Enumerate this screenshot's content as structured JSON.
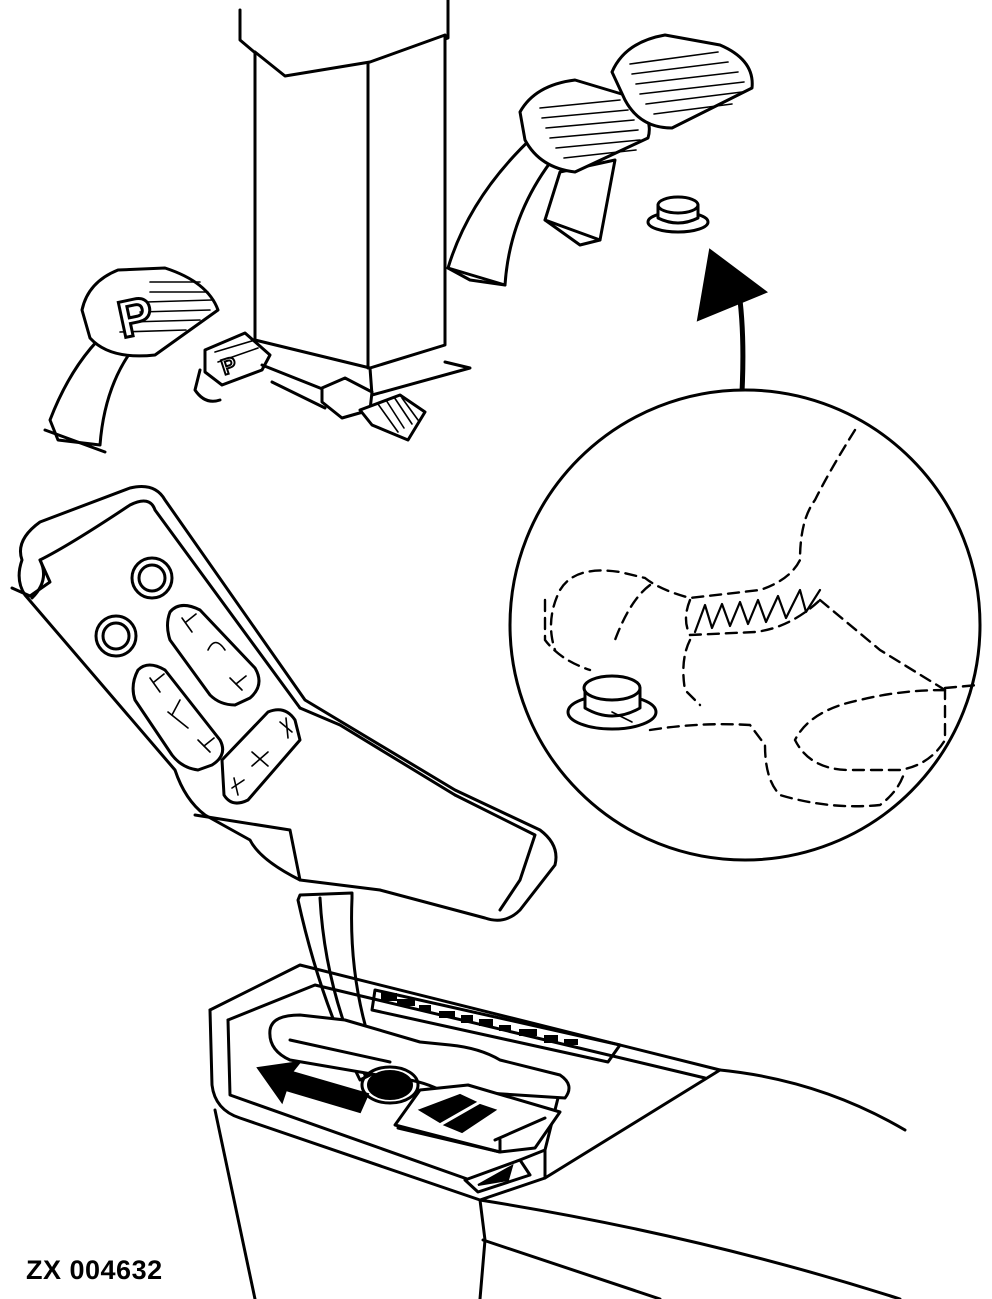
{
  "figure": {
    "id_label": "ZX 004632",
    "pedal_glyphs": [
      "P",
      "P"
    ],
    "ink_color": "#000000",
    "paper_color": "#ffffff"
  }
}
